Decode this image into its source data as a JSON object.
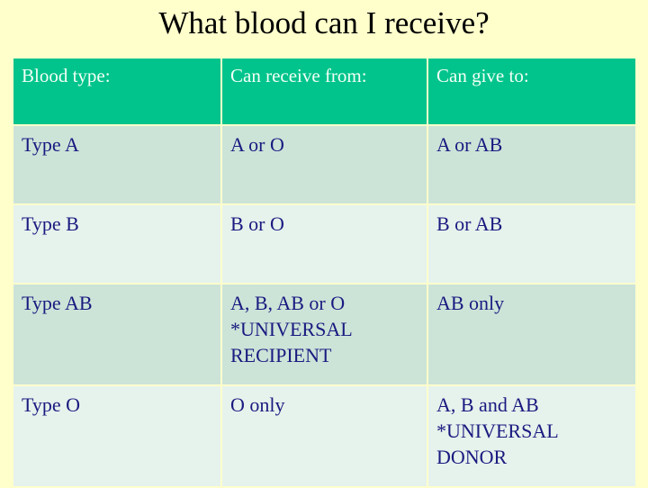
{
  "slide": {
    "title": "What blood can I receive?",
    "background_color": "#ffffcc",
    "header_bg_color": "#00c48c",
    "header_text_color": "#f2fff5",
    "body_text_color": "#1a1a80",
    "row_color_dark": "#cce4d8",
    "row_color_light": "#e6f2ec"
  },
  "table": {
    "headers": {
      "blood_type": "Blood type:",
      "can_receive_from": "Can receive from:",
      "can_give_to": "Can give to:"
    },
    "rows": [
      {
        "blood_type": "Type A",
        "can_receive_from": [
          "A or O"
        ],
        "can_give_to": [
          "A or AB"
        ]
      },
      {
        "blood_type": "Type B",
        "can_receive_from": [
          "B or O"
        ],
        "can_give_to": [
          "B or AB"
        ]
      },
      {
        "blood_type": "Type AB",
        "can_receive_from": [
          "A, B, AB or O",
          "*UNIVERSAL",
          "RECIPIENT"
        ],
        "can_give_to": [
          "AB only"
        ]
      },
      {
        "blood_type": "Type O",
        "can_receive_from": [
          "O only"
        ],
        "can_give_to": [
          "A, B and AB",
          "*UNIVERSAL",
          "DONOR"
        ]
      }
    ]
  }
}
